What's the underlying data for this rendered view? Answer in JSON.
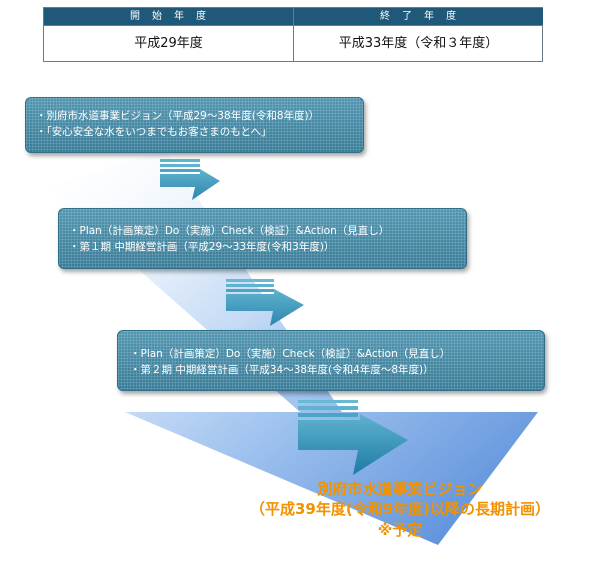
{
  "table": {
    "headers": [
      "開　始　年　度",
      "終　了　年　度"
    ],
    "values": [
      "平成29年度",
      "平成33年度（令和３年度）"
    ]
  },
  "boxes": [
    {
      "lines": [
        "・別府市水道事業ビジョン（平成29～38年度(令和8年度)）",
        "・「安心安全な水をいつまでもお客さまのもとへ」"
      ]
    },
    {
      "lines": [
        "・Plan（計画策定）Do（実施）Check（検証）&Action（見直し）",
        "・第１期 中期経営計画（平成29～33年度(令和3年度)）"
      ]
    },
    {
      "lines": [
        "・Plan（計画策定）Do（実施）Check（検証）&Action（見直し）",
        "・第２期 中期経営計画（平成34～38年度(令和4年度～8年度)）"
      ]
    }
  ],
  "outcome": {
    "line1": "別府市水道事業ビジョン",
    "line2": "（平成39年度(令和9年度)以降の長期計画）",
    "line3": "※予定"
  },
  "colors": {
    "header_bg": "#1f5879",
    "box_bg": "#3f8aa8",
    "arrow_light": "#e6f0fa",
    "arrow_dark": "#4f86d6",
    "outcome_text": "#f39200"
  }
}
